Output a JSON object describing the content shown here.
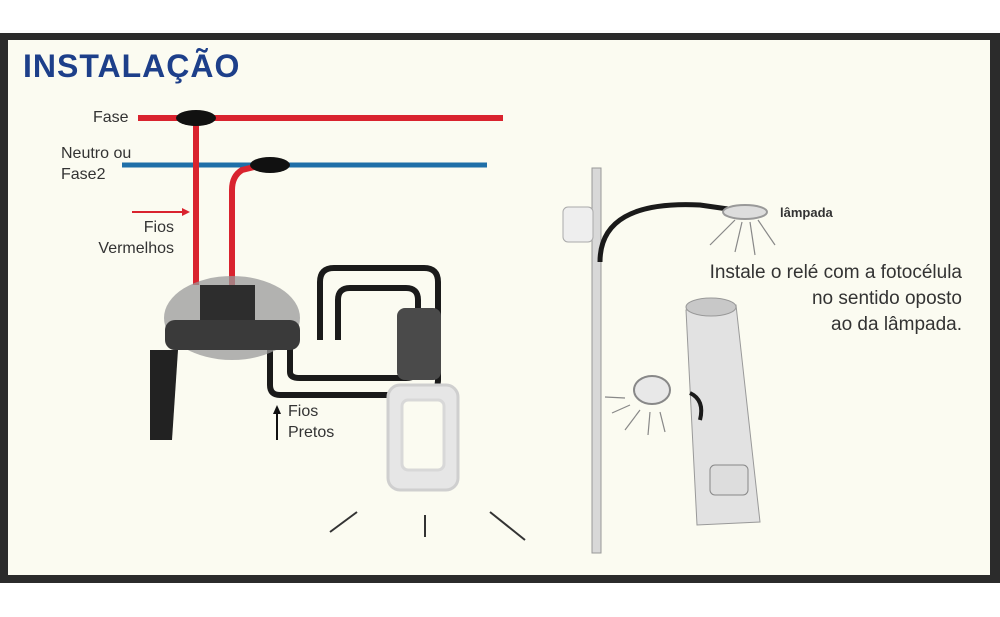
{
  "title": "INSTALAÇÃO",
  "labels": {
    "fase": "Fase",
    "neutro_line1": "Neutro ou",
    "neutro_line2": "Fase2",
    "fios_vermelhos_line1": "Fios",
    "fios_vermelhos_line2": "Vermelhos",
    "fios_pretos_line1": "Fios",
    "fios_pretos_line2": "Pretos",
    "lampada": "lâmpada"
  },
  "instruction": {
    "line1": "Instale o relé com a fotocélula",
    "line2": "no sentido oposto",
    "line3": "ao da lâmpada."
  },
  "colors": {
    "phase": "#d9232e",
    "neutral": "#1f6fa8",
    "title": "#1d3f8a",
    "black_wire": "#1a1a1a"
  }
}
